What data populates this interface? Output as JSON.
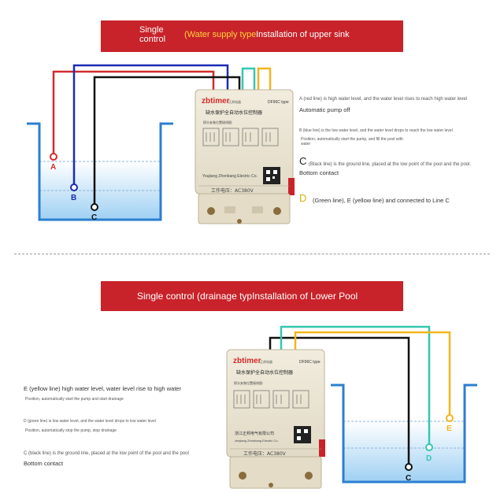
{
  "top": {
    "banner": {
      "single_control": "Single control",
      "type": "(Water supply type",
      "title": "Installation of upper sink"
    },
    "labels": {
      "a": "A",
      "b": "B",
      "c": "C"
    },
    "device": {
      "brand": "zbtimer",
      "brand_cn": "正邦电器",
      "model": "DF96C type",
      "name_cn": "缺水保护全自动水位控制器",
      "diagram_cn": "探头安装位置接线图:",
      "voltage": "工作电压：AC380V",
      "company": "Youjiang Zhonbang Electric Co."
    },
    "notes": {
      "a_line": "A (red line) is high water level, and the water level rises to reach high water level",
      "a_action": "Automatic pump off",
      "b_line": "B (blue line) is the low water level, and the water level drops to reach the low water level",
      "b_action_1": "Position, automatically start the pump, and fill the pool with",
      "b_action_2": "water",
      "c_letter": "C",
      "c_line": "(Black line) is the ground line, placed at the low point of the pool and the pool.",
      "c_bottom": "Bottom contact",
      "d_letter": "D",
      "d_line": "(Green line), E (yellow line) and connected to Line C"
    }
  },
  "bottom": {
    "banner": {
      "title": "Single control (drainage typInstallation of Lower Pool"
    },
    "labels": {
      "c": "C",
      "d": "D",
      "e": "E"
    },
    "device": {
      "brand": "zbtimer",
      "brand_cn": "正邦电器",
      "model": "DF96C type",
      "name_cn": "缺水保护全自动水位控制器",
      "diagram_cn": "探头安装位置接线图:",
      "voltage": "工作电压：AC380V",
      "company": "浙江正邦电气有限公司",
      "company_en": "zhejiang Zhonbang Electric Co."
    },
    "notes": {
      "e_line": "E (yellow line) high water level, water level rise to high water",
      "e_action": "Position, automatically start the pump and start drainage",
      "d_line": "D (green line) is low water level, and the water level drops to low water level",
      "d_action": "Position, automatically stop the pump, stop drainage",
      "c_line": "C (black line) is the ground line, placed at the low point of the pool and the pool",
      "c_bottom": "Bottom contact"
    }
  },
  "colors": {
    "red": "#d32a2a",
    "blue": "#1b2bb5",
    "black": "#111111",
    "green": "#35c7b0",
    "yellow": "#f2b51d",
    "banner": "#c8232a",
    "tank": "#2b7fd0"
  }
}
